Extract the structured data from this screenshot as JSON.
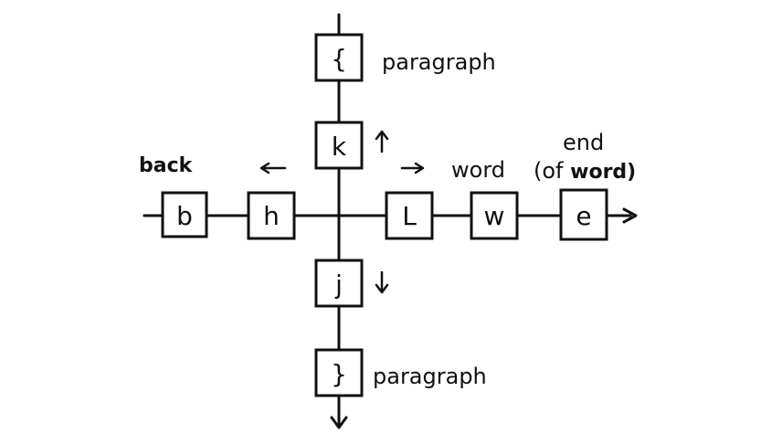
{
  "keys": {
    "brace_open": "{",
    "k": "k",
    "b": "b",
    "h": "h",
    "l": "L",
    "w": "w",
    "e": "e",
    "j": "j",
    "brace_close": "}"
  },
  "labels": {
    "paragraph_top": "paragraph",
    "paragraph_bottom": "paragraph",
    "back": "back",
    "word": "word",
    "end": "end",
    "of_word_open": "(of ",
    "of_word_bold": "word)"
  },
  "colors": {
    "ink": "#111111",
    "background": "#ffffff"
  }
}
